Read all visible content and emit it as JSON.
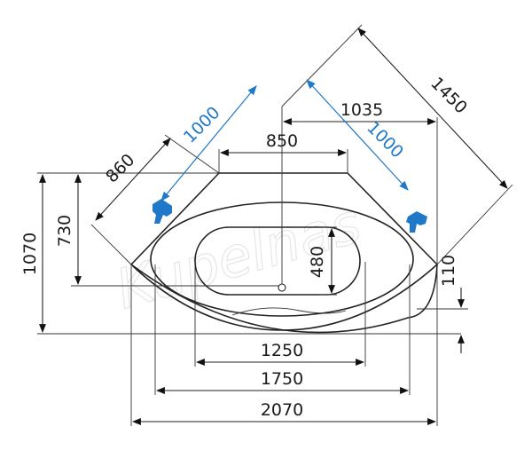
{
  "watermark": "Kupelnas",
  "colors": {
    "line": "#222222",
    "accent": "#1f78c8"
  },
  "icons": {
    "faucet_left": "faucet-icon",
    "faucet_right": "faucet-icon"
  },
  "dimensions": {
    "total_width": "2070",
    "outer_width": "1750",
    "inner_width": "1250",
    "top_width": "850",
    "top_right_offset": "1035",
    "left_side": "860",
    "diagonal": "1450",
    "faucet_left_wall": "1000",
    "faucet_right_wall": "1000",
    "total_depth": "1070",
    "left_depth": "730",
    "inner_depth": "480",
    "drain_offset": "110"
  }
}
